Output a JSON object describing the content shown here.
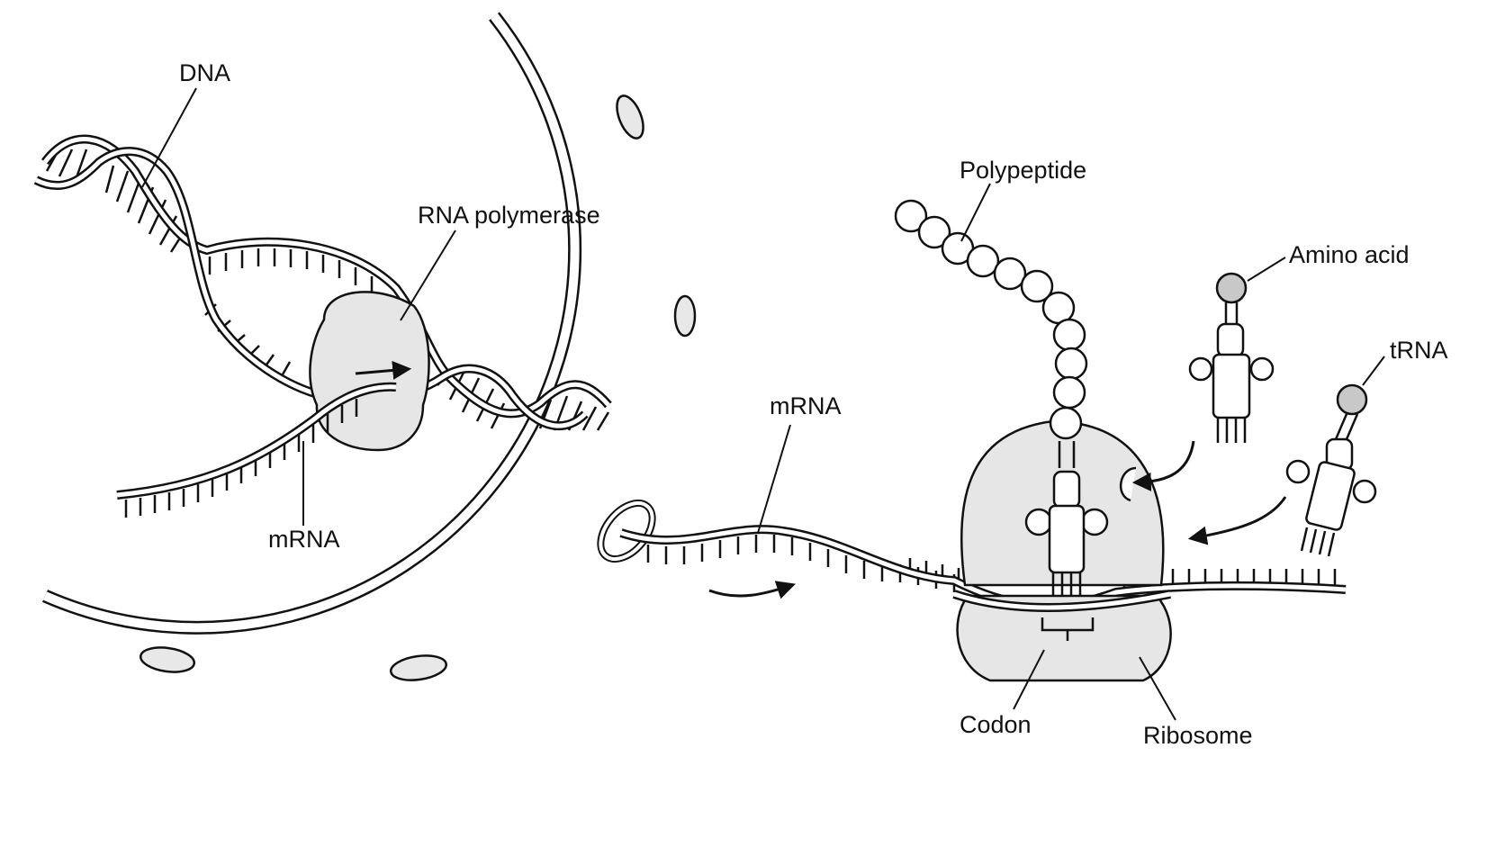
{
  "labels": {
    "dna": "DNA",
    "rna_polymerase": "RNA polymerase",
    "mrna_nucleus": "mRNA",
    "mrna_cytoplasm": "mRNA",
    "polypeptide": "Polypeptide",
    "amino_acid": "Amino acid",
    "trna": "tRNA",
    "codon": "Codon",
    "ribosome": "Ribosome"
  },
  "colors": {
    "ink": "#111111",
    "fill": "#e6e6e6",
    "amino_acid_fill": "#c8c8c8",
    "background": "#ffffff"
  },
  "icons": {
    "process_arrow": "arrow-icon"
  }
}
